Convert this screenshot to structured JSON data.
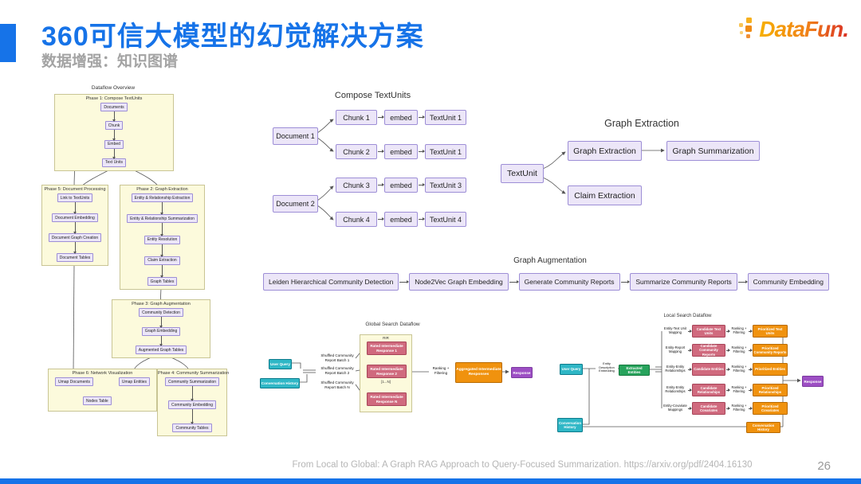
{
  "slide": {
    "title": "360可信大模型的幻觉解决方案",
    "subtitle": "数据增强：知识图谱",
    "logo_text": "DataFun.",
    "footer_citation": "From Local to Global: A Graph RAG Approach to Query-Focused Summarization. https://arxiv.org/pdf/2404.16130",
    "page_number": "26"
  },
  "colors": {
    "accent_blue": "#1673e8",
    "phase_yellow": "#fcfadc",
    "node_lavender": "#ece6f8",
    "node_border_purple": "#9d8ed6",
    "teal": "#2fb7c6",
    "green": "#27a35c",
    "rose": "#d06a7e",
    "orange": "#f0920e",
    "purple": "#9d4fc4",
    "logo_orange": "#f08019"
  },
  "dataflow_overview": {
    "title": "Dataflow Overview",
    "phase1": {
      "label": "Phase 1: Compose TextUnits",
      "nodes": [
        "Documents",
        "Chunk",
        "Embed",
        "Text Units"
      ]
    },
    "phase5": {
      "label": "Phase 5: Document Processing",
      "nodes": [
        "Link to TextUnits",
        "Document Embedding",
        "Document Graph Creation",
        "Document Tables"
      ]
    },
    "phase2": {
      "label": "Phase 2: Graph Extraction",
      "nodes": [
        "Entity & Relationship Extraction",
        "Entity & Relationship Summarization",
        "Entity Resolution",
        "Claim Extraction",
        "Graph Tables"
      ]
    },
    "phase3": {
      "label": "Phase 3: Graph Augmentation",
      "nodes": [
        "Community Detection",
        "Graph Embedding",
        "Augmented Graph Tables"
      ]
    },
    "phase6": {
      "label": "Phase 6: Network Visualization",
      "nodes": [
        "Umap Documents",
        "Umap Entities",
        "Nodes Table"
      ]
    },
    "phase4": {
      "label": "Phase 4: Community Summarization",
      "nodes": [
        "Community Summarization",
        "Community Embedding",
        "Community Tables"
      ]
    }
  },
  "compose_textunits": {
    "title": "Compose TextUnits",
    "documents": [
      "Document 1",
      "Document 2"
    ],
    "chunks": [
      "Chunk 1",
      "Chunk 2",
      "Chunk 3",
      "Chunk 4"
    ],
    "embed_label": "embed",
    "textunits": [
      "TextUnit 1",
      "TextUnit 1",
      "TextUnit 3",
      "TextUnit 4"
    ]
  },
  "graph_extraction": {
    "title": "Graph Extraction",
    "textunit": "TextUnit",
    "graph_extraction": "Graph Extraction",
    "graph_summarization": "Graph Summarization",
    "claim_extraction": "Claim Extraction"
  },
  "graph_augmentation": {
    "title": "Graph Augmentation",
    "steps": [
      "Leiden Hierarchical Community Detection",
      "Node2Vec Graph Embedding",
      "Generate Community Reports",
      "Summarize Community Reports",
      "Community Embedding"
    ]
  },
  "global_search": {
    "title": "Global Search Dataflow",
    "user_query": "User Query",
    "conversation_history": "Conversation History",
    "batches": [
      "Shuffled Community Report Batch 1",
      "Shuffled Community Report Batch 2",
      "Shuffled Community Report Batch N"
    ],
    "container_label": "RIR",
    "rated_responses": [
      "Rated Intermediate Response 1",
      "Rated Intermediate Response 2",
      "Rated Intermediate Response N"
    ],
    "range_label": "[1...N]",
    "ranking_label": "Ranking + Filtering",
    "aggregated": "Aggregated Intermediate Responses",
    "response": "Response"
  },
  "local_search": {
    "title": "Local Search Dataflow",
    "user_query": "User Query",
    "conversation_history": "Conversation History",
    "embedding_label": "Entity Description Embedding",
    "extracted_entities": "Extracted Entities",
    "rows": [
      {
        "mapping": "Entity-Text Unit Mapping",
        "candidate": "Candidate Text Units",
        "ranking": "Ranking + Filtering",
        "prioritized": "Prioritized Text Units"
      },
      {
        "mapping": "Entity-Report Mapping",
        "candidate": "Candidate Community Reports",
        "ranking": "Ranking + Filtering",
        "prioritized": "Prioritized Community Reports"
      },
      {
        "mapping": "Entity-Entity Relationships",
        "candidate": "Candidate Entities",
        "ranking": "Ranking + Filtering",
        "prioritized": "Prioritized Entities"
      },
      {
        "mapping": "Entity-Entity Relationships",
        "candidate": "Candidate Relationships",
        "ranking": "Ranking + Filtering",
        "prioritized": "Prioritized Relationships"
      },
      {
        "mapping": "Entity-Covariate Mappings",
        "candidate": "Candidate Covariates",
        "ranking": "Ranking + Filtering",
        "prioritized": "Prioritized Covariates"
      }
    ],
    "history_box": "Conversation History",
    "response": "Response"
  }
}
